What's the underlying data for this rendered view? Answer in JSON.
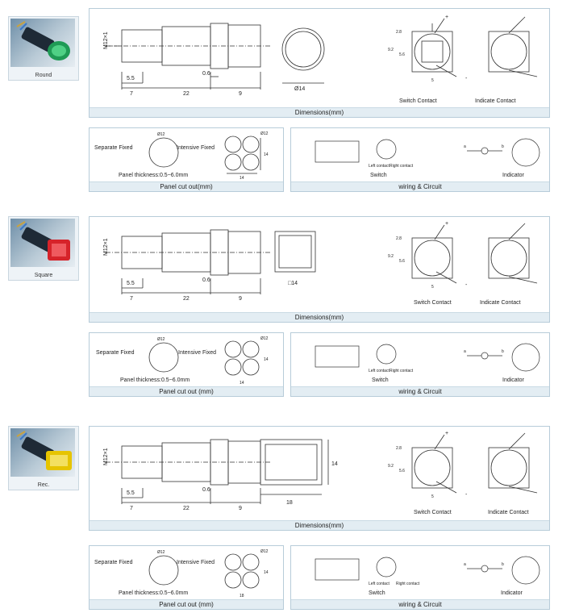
{
  "rows": [
    {
      "variant": "Round",
      "dims": {
        "m": "M12×1",
        "d55": "5.5",
        "d7": "7",
        "d22": "22",
        "d06": "0.6",
        "d9": "9",
        "face": "Ø14"
      },
      "dimensions_caption": "Dimensions(mm)",
      "switch_contact": "Switch Contact",
      "indicate_contact": "Indicate Contact",
      "contact_dims": {
        "a": "2.8",
        "b": "9.2",
        "c": "5.6",
        "d": "5",
        "plus": "+",
        "minus": "-"
      },
      "panel": {
        "separate": "Separate Fixed",
        "intensive": "Intensive Fixed",
        "d12": "Ø12",
        "d14a": "14",
        "d14b": "14",
        "thickness": "Panel thickness:0.5~6.0mm",
        "caption": "Panel cut out(mm)"
      },
      "wiring": {
        "switch": "Switch",
        "indicator": "Indicator",
        "a": "a",
        "b": "b",
        "left": "Left contact",
        "right": "Right contact",
        "caption": "wiring & Circuit"
      }
    },
    {
      "variant": "Square",
      "dims": {
        "m": "M12×1",
        "d55": "5.5",
        "d7": "7",
        "d22": "22",
        "d06": "0.6",
        "d9": "9",
        "face": "□14"
      },
      "dimensions_caption": "Dimensions(mm)",
      "switch_contact": "Switch Contact",
      "indicate_contact": "Indicate Contact",
      "contact_dims": {
        "a": "2.8",
        "b": "9.2",
        "c": "5.6",
        "d": "5",
        "plus": "+",
        "minus": "-"
      },
      "panel": {
        "separate": "Separate Fixed",
        "intensive": "Intensive Fixed",
        "d12": "Ø12",
        "d14a": "14",
        "d14b": "14",
        "thickness": "Panel thickness:0.5~6.0mm",
        "caption": "Panel cut out (mm)"
      },
      "wiring": {
        "switch": "Switch",
        "indicator": "Indicator",
        "a": "a",
        "b": "b",
        "left": "Left contact",
        "right": "Right contact",
        "caption": "wiring & Circuit"
      }
    },
    {
      "variant": "Rec.",
      "dims": {
        "m": "M12×1",
        "d55": "5.5",
        "d7": "7",
        "d22": "22",
        "d06": "0.6",
        "d9": "9",
        "face": "18",
        "face2": "14"
      },
      "dimensions_caption": "Dimensions(mm)",
      "switch_contact": "Switch Contact",
      "indicate_contact": "Indicate Contact",
      "contact_dims": {
        "a": "2.8",
        "b": "9.2",
        "c": "5.6",
        "d": "5",
        "plus": "+",
        "minus": "-"
      },
      "panel": {
        "separate": "Separate Fixed",
        "intensive": "Intensive Fixed",
        "d12": "Ø12",
        "d14a": "14",
        "d14b": "18",
        "thickness": "Panel thickness:0.5~6.0mm",
        "caption": "Panel cut out (mm)"
      },
      "wiring": {
        "switch": "Switch",
        "indicator": "Indicator",
        "a": "a",
        "b": "b",
        "left": "Left contact",
        "right": "Right contact",
        "caption": "wiring & Circuit"
      }
    }
  ],
  "colors": {
    "round_cap": "#1f9a55",
    "square_cap": "#d6232a",
    "rec_cap": "#e6c400"
  }
}
